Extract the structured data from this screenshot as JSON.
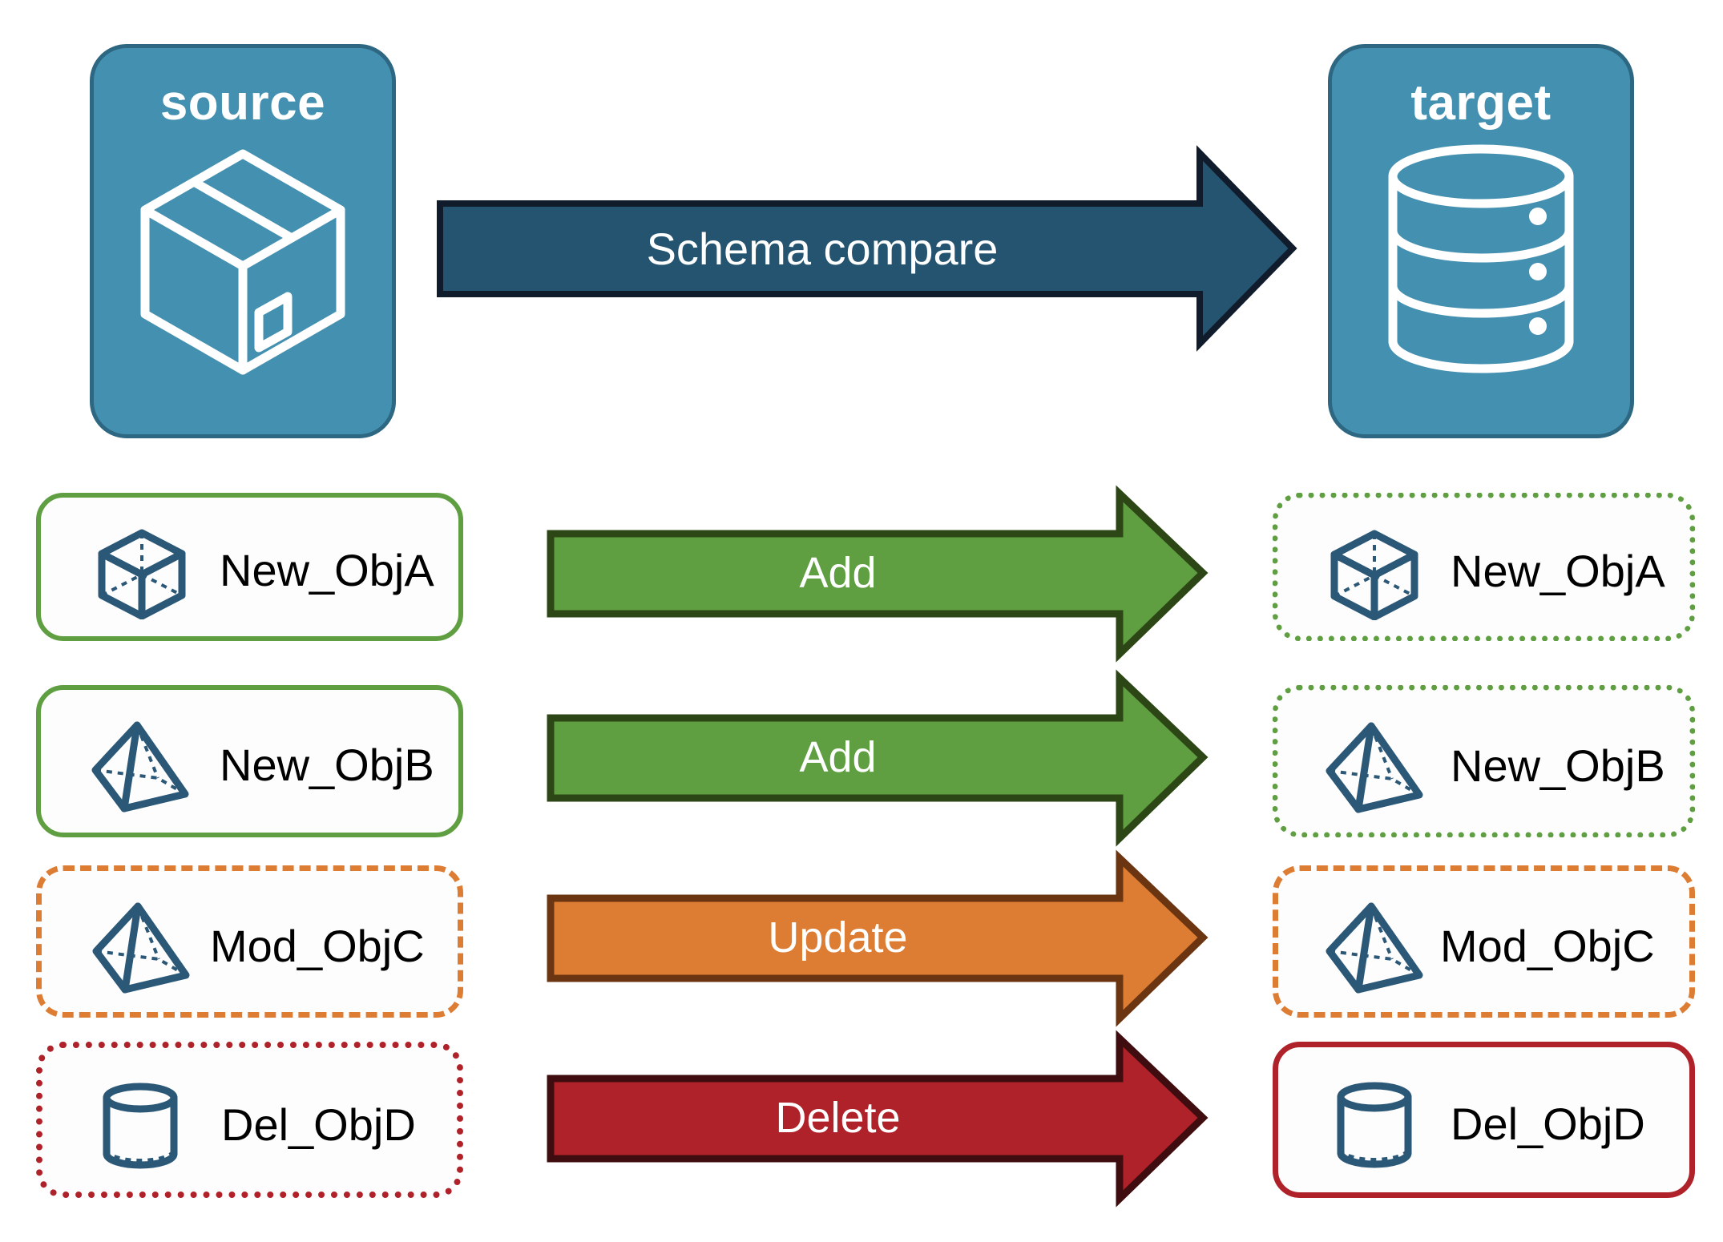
{
  "diagram": {
    "title": "Schema compare",
    "colors": {
      "panel_fill": "#4490b0",
      "panel_stroke": "#2d6781",
      "main_arrow_fill": "#255470",
      "main_arrow_stroke": "#101c2b",
      "add_fill": "#5f9e41",
      "add_stroke": "#2c4715",
      "update_fill": "#dd7c33",
      "update_stroke": "#6b3511",
      "delete_fill": "#b02229",
      "delete_stroke": "#3f0d0f",
      "green_border": "#5f9e41",
      "orange_border": "#dd7c33",
      "red_border": "#b02229",
      "object_icon": "#2c5878",
      "label_text": "#000000",
      "arrow_label_text": "#ffffff",
      "background": "#ffffff"
    },
    "endpoints": [
      {
        "id": "source",
        "label": "source",
        "icon": "package-cube-icon"
      },
      {
        "id": "target",
        "label": "target",
        "icon": "database-cylinder-icon"
      }
    ],
    "main_arrow": {
      "label": "Schema compare",
      "direction": "right"
    },
    "rows": [
      {
        "action": "Add",
        "source_name": "New_ObjA",
        "target_name": "New_ObjA",
        "source_icon": "wireframe-cube-icon",
        "target_icon": "wireframe-cube-icon",
        "source_border_style": "solid",
        "source_border_color": "#5f9e41",
        "target_border_style": "dotted",
        "target_border_color": "#5f9e41",
        "arrow_fill": "#5f9e41",
        "arrow_stroke": "#2c4715"
      },
      {
        "action": "Add",
        "source_name": "New_ObjB",
        "target_name": "New_ObjB",
        "source_icon": "wireframe-pyramid-icon",
        "target_icon": "wireframe-pyramid-icon",
        "source_border_style": "solid",
        "source_border_color": "#5f9e41",
        "target_border_style": "dotted",
        "target_border_color": "#5f9e41",
        "arrow_fill": "#5f9e41",
        "arrow_stroke": "#2c4715"
      },
      {
        "action": "Update",
        "source_name": "Mod_ObjC",
        "target_name": "Mod_ObjC",
        "source_icon": "wireframe-pyramid-icon",
        "target_icon": "wireframe-pyramid-icon",
        "source_border_style": "dashed",
        "source_border_color": "#dd7c33",
        "target_border_style": "dashed",
        "target_border_color": "#dd7c33",
        "arrow_fill": "#dd7c33",
        "arrow_stroke": "#6b3511"
      },
      {
        "action": "Delete",
        "source_name": "Del_ObjD",
        "target_name": "Del_ObjD",
        "source_icon": "wireframe-cylinder-icon",
        "target_icon": "wireframe-cylinder-icon",
        "source_border_style": "dotted",
        "source_border_color": "#b02229",
        "target_border_style": "solid",
        "target_border_color": "#b02229",
        "arrow_fill": "#b02229",
        "arrow_stroke": "#3f0d0f"
      }
    ]
  }
}
